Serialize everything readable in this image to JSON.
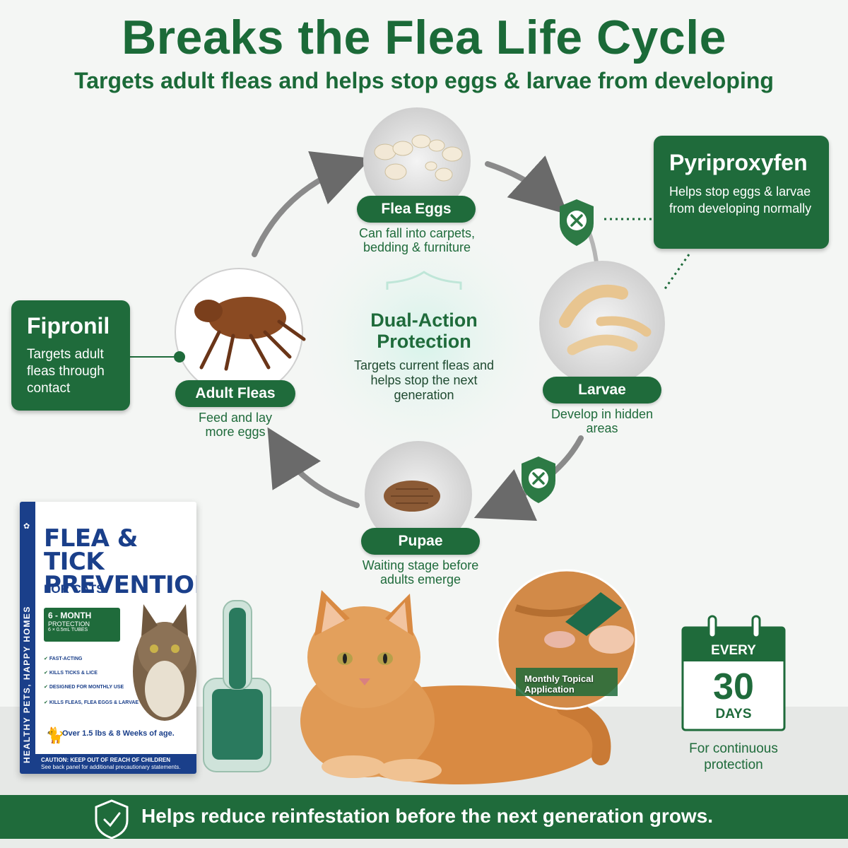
{
  "header": {
    "title": "Breaks the Flea Life Cycle",
    "subtitle": "Targets adult fleas and helps stop eggs & larvae from developing"
  },
  "stages": {
    "eggs": {
      "label": "Flea Eggs",
      "desc": "Can fall into carpets, bedding & furniture"
    },
    "larvae": {
      "label": "Larvae",
      "desc": "Develop in hidden areas"
    },
    "pupae": {
      "label": "Pupae",
      "desc": "Waiting stage before adults emerge"
    },
    "adults": {
      "label": "Adult Fleas",
      "desc": "Feed and lay more eggs"
    }
  },
  "center": {
    "title": "Dual-Action Protection",
    "body": "Targets current fleas and helps stop the next generation"
  },
  "ingredients": {
    "fipronil": {
      "title": "Fipronil",
      "body": "Targets adult fleas through contact"
    },
    "pyriproxyfen": {
      "title": "Pyriproxyfen",
      "body": "Helps stop eggs & larvae from developing normally"
    }
  },
  "product_box": {
    "side_text": "HEALTHY PETS, HAPPY HOMES",
    "title": "FLEA & TICK PREVENTION",
    "subtitle": "FOR CATS",
    "badge_title": "6 - MONTH",
    "badge_sub": "PROTECTION",
    "badge_detail": "6 × 0.5mL TUBES",
    "features": [
      "FAST-ACTING",
      "KILLS TICKS & LICE",
      "DESIGNED FOR MONTHLY USE",
      "KILLS FLEAS, FLEA EGGS & LARVAE"
    ],
    "weight": "Over 1.5 lbs & 8 Weeks of age.",
    "caution": "CAUTION: KEEP OUT OF REACH OF CHILDREN",
    "caution_detail": "See back panel for additional precautionary statements."
  },
  "application": {
    "label": "Monthly Topical Application"
  },
  "calendar": {
    "every": "EVERY",
    "number": "30",
    "unit": "DAYS",
    "caption": "For continuous protection"
  },
  "banner": {
    "text": "Helps reduce reinfestation before the next generation grows."
  },
  "colors": {
    "brand_green": "#1f6b3b",
    "box_blue": "#1a3f8a",
    "cat_orange": "#d98a42"
  },
  "icons": [
    "shield-x-icon",
    "shield-check-icon",
    "calendar-icon",
    "cat-icon",
    "paw-icon"
  ]
}
